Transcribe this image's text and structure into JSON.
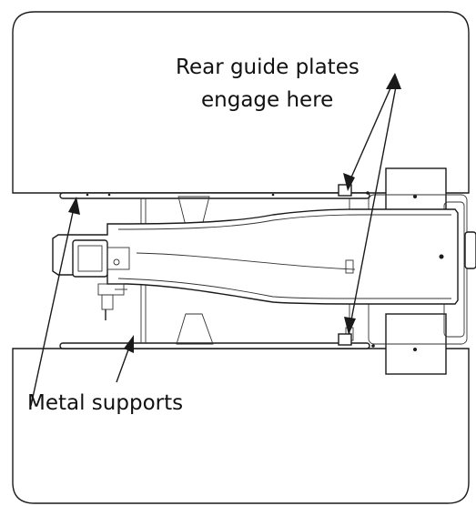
{
  "labels": {
    "rear_guide_line1": "Rear guide plates",
    "rear_guide_line2": "engage here",
    "metal_supports": "Metal supports"
  }
}
